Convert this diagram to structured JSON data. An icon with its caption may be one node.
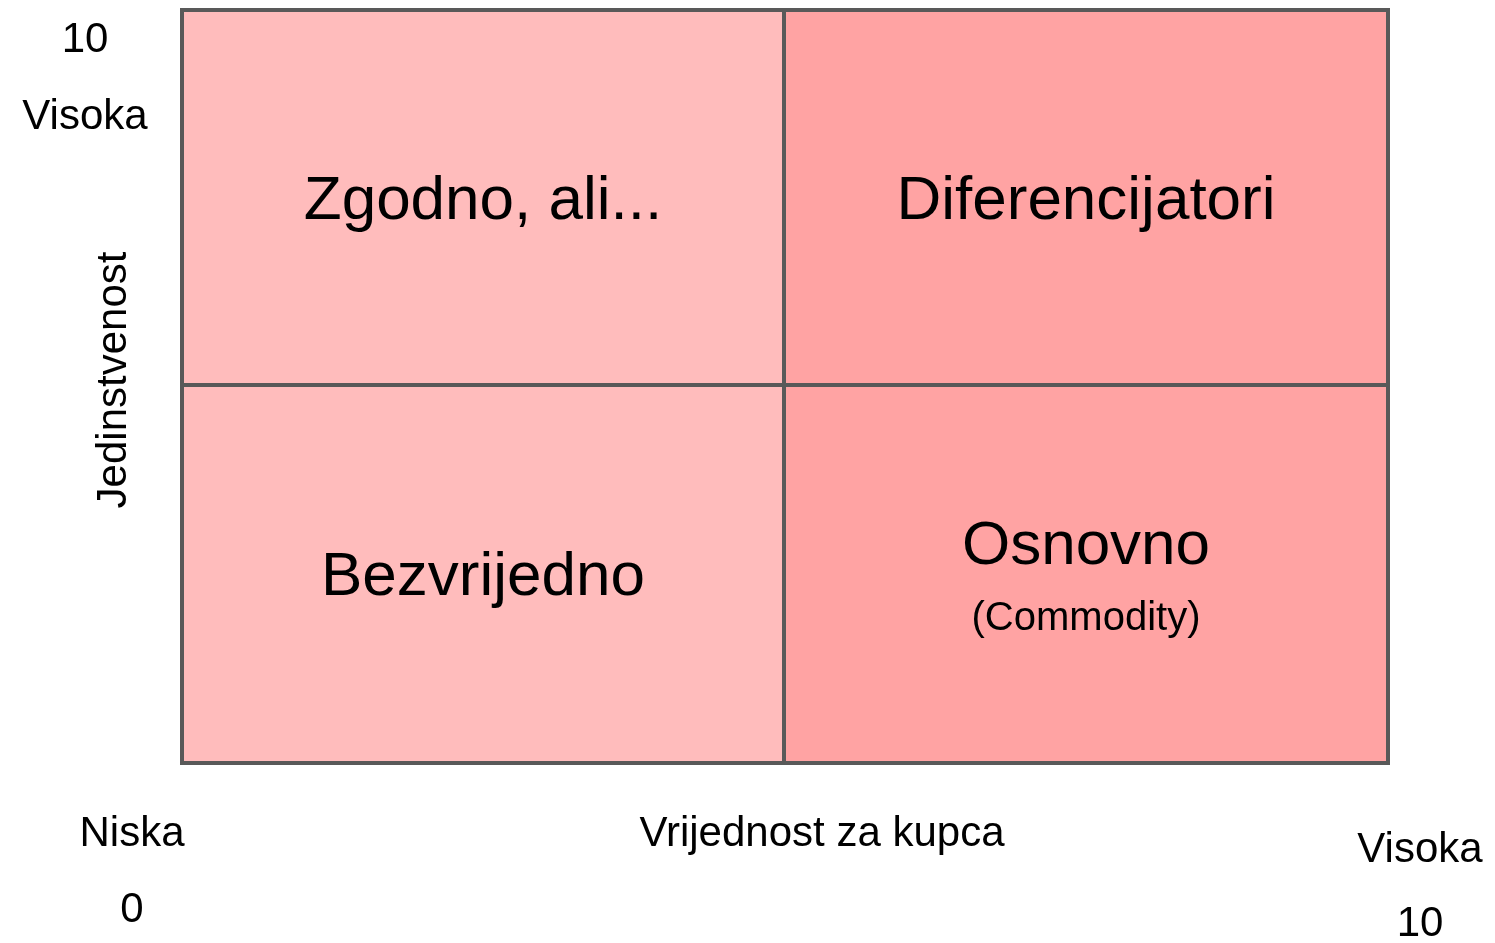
{
  "diagram": {
    "nodes": [
      {
        "text": [
          "Zgodno, ali..."
        ]
      },
      {
        "text": [
          "Diferencijatori"
        ]
      },
      {
        "text": [
          "Bezvrijedno"
        ]
      },
      {
        "text": [
          "Osnovno",
          "(Commodity)"
        ]
      }
    ],
    "labels": [
      "10",
      "Visoka",
      "Jedinstvenost",
      "Niska",
      "Vrijednost za kupca",
      "Visoka",
      "0",
      "10"
    ]
  }
}
